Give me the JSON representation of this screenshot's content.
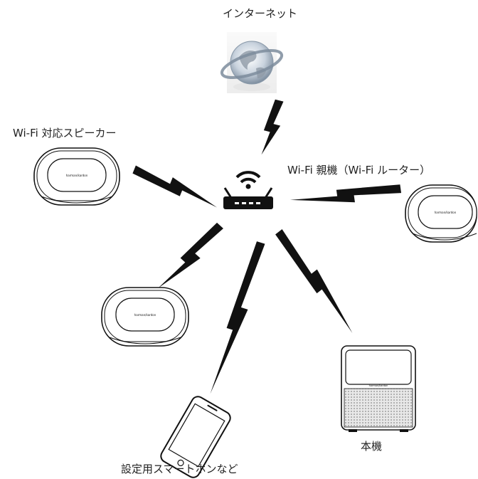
{
  "labels": {
    "internet": "インターネット",
    "wifi_speaker": "Wi-Fi 対応スピーカー",
    "wifi_router": "Wi-Fi 親機（Wi-Fi ルーター）",
    "this_unit": "本機",
    "setup_smartphone": "設定用スマートホンなど"
  },
  "brand_text": "harman/kardon",
  "icons": {
    "internet": "globe-icon",
    "router": "wifi-router-icon",
    "signal": "lightning-bolt-icon"
  },
  "colors": {
    "line": "#111111",
    "globe_blue": "#a9b8c8",
    "speaker_grille": "#bdbdbd"
  }
}
